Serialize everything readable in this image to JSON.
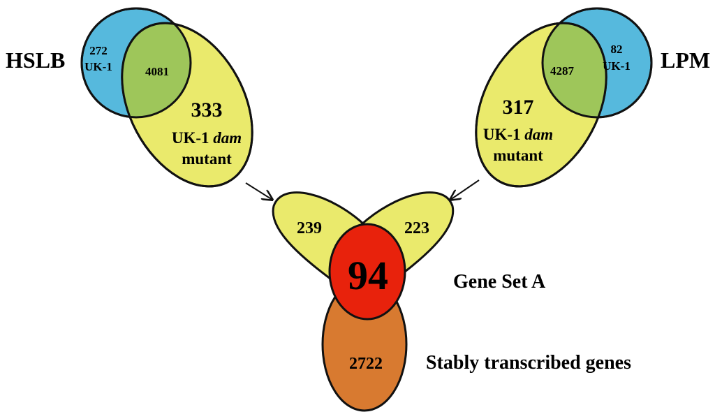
{
  "top_left": {
    "title": "HSLB",
    "wt_count": "272",
    "wt_label": "UK-1",
    "overlap": "4081",
    "mutant_count": "333",
    "mutant_label_prefix": "UK-1 ",
    "mutant_label_italic": "dam",
    "mutant_label_suffix": "mutant"
  },
  "top_right": {
    "title": "LPM",
    "wt_count": "82",
    "wt_label": "UK-1",
    "overlap": "4287",
    "mutant_count": "317",
    "mutant_label_prefix": "UK-1 ",
    "mutant_label_italic": "dam",
    "mutant_label_suffix": "mutant"
  },
  "bottom": {
    "left_only": "239",
    "right_only": "223",
    "center": "94",
    "center_label": "Gene Set A",
    "stable_count": "2722",
    "stable_label": "Stably transcribed genes"
  },
  "colors": {
    "blue": "#56b9dd",
    "yellow": "#eaea6c",
    "green": "#9ec65a",
    "red": "#e8220c",
    "orange": "#d87a30",
    "outline": "#111111"
  }
}
